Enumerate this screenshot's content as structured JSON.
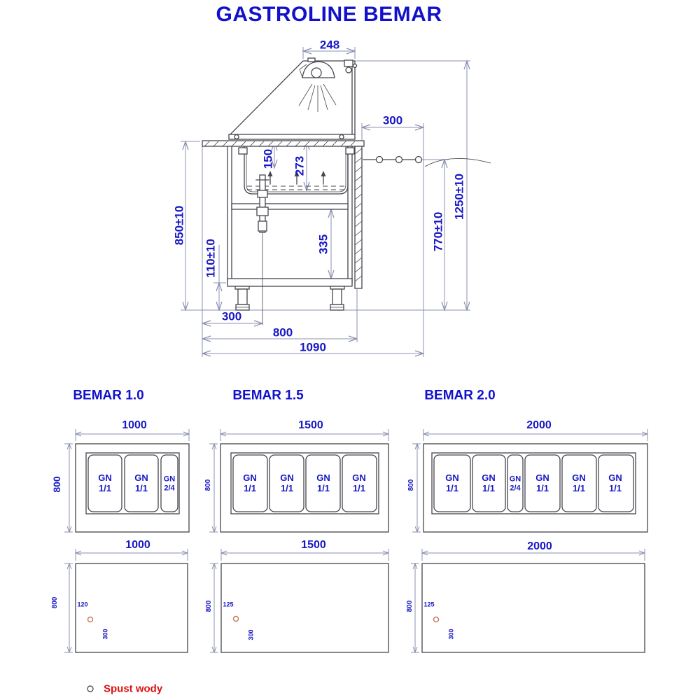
{
  "title": "GASTROLINE BEMAR",
  "side_view": {
    "canopy_width": "248",
    "shelf_width": "300",
    "pan_depth": "150",
    "basin_depth": "273",
    "worktop_height": "850±10",
    "leg_height": "110±10",
    "cabinet_inner_height": "335",
    "shelf_height": "770±10",
    "total_height": "1250±10",
    "drain_offset": "300",
    "body_depth": "800",
    "total_depth": "1090"
  },
  "models": [
    {
      "name": "BEMAR 1.0",
      "width": "1000",
      "depth": "800",
      "pans": [
        {
          "line1": "GN",
          "line2": "1/1"
        },
        {
          "line1": "GN",
          "line2": "1/1"
        },
        {
          "line1": "GN",
          "line2": "2/4"
        }
      ]
    },
    {
      "name": "BEMAR 1.5",
      "width": "1500",
      "depth": "800",
      "pans": [
        {
          "line1": "GN",
          "line2": "1/1"
        },
        {
          "line1": "GN",
          "line2": "1/1"
        },
        {
          "line1": "GN",
          "line2": "1/1"
        },
        {
          "line1": "GN",
          "line2": "1/1"
        }
      ]
    },
    {
      "name": "BEMAR 2.0",
      "width": "2000",
      "depth": "800",
      "pans": [
        {
          "line1": "GN",
          "line2": "1/1"
        },
        {
          "line1": "GN",
          "line2": "1/1"
        },
        {
          "line1": "GN",
          "line2": "2/4"
        },
        {
          "line1": "GN",
          "line2": "1/1"
        },
        {
          "line1": "GN",
          "line2": "1/1"
        },
        {
          "line1": "GN",
          "line2": "1/1"
        }
      ]
    }
  ],
  "bottom_views": [
    {
      "width": "1000",
      "depth": "800",
      "drain_from_side": "120",
      "drain_from_front": "300"
    },
    {
      "width": "1500",
      "depth": "800",
      "drain_from_side": "125",
      "drain_from_front": "300"
    },
    {
      "width": "2000",
      "depth": "800",
      "drain_from_side": "125",
      "drain_from_front": "300"
    }
  ],
  "legend": {
    "drain_label": "Spust wody"
  },
  "colors": {
    "accent_blue": "#1818c4",
    "title_blue": "#1111cc",
    "line": "#45454d",
    "dim_line": "#8a90b0",
    "legend_red": "#dd1111",
    "drain_mark": "#c4785a"
  }
}
